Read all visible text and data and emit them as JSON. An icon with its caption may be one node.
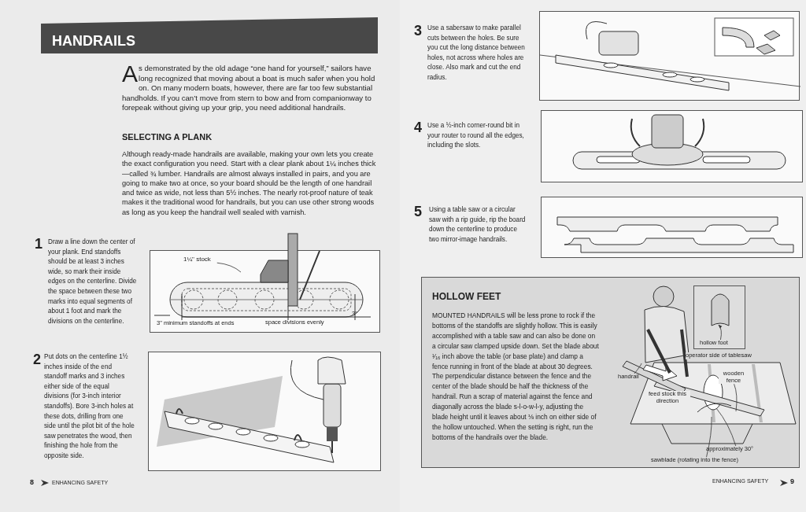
{
  "diagram": {
    "title": "HANDRAILS",
    "nodes": [
      {
        "text": [],
        "shape": "picture"
      },
      {
        "text": [
          "1¼\" stock"
        ],
        "in": 0
      },
      {
        "text": [],
        "shape": "picture"
      },
      {
        "text": [],
        "shape": "picture"
      },
      {
        "text": [],
        "shape": "picture"
      },
      {
        "text": [],
        "shape": "picture"
      },
      {
        "text": [
          "HOLLOW FEET",
          "MOUNTED HANDRAILS will be less prone to rock if the bottoms of the standoffs are slightly hollow. This is easily accomplished with a table saw and can also be done on a circular saw clamped upside down. Set the blade about ¹⁄₁₆ inch above the table (or base plate) and clamp a fence running in front of the blade at about 30 degrees. The perpendicular distance between the fence and the center of the blade should be half the thickness of the handrail. Run a scrap of material against the fence and diagonally across the blade s-l-o-w-l-y, adjusting the blade height until it leaves about ⅛ inch on either side of the hollow untouched. When the setting is right, run the bottoms of the handrails over the blade."
        ]
      },
      {
        "text": [],
        "shape": "picture",
        "in": 6
      },
      {
        "text": [],
        "shape": "picture",
        "in": 7
      },
      {
        "text": [
          "hollow foot"
        ],
        "in": 8
      },
      {
        "text": [
          "handrail"
        ],
        "in": 6
      },
      {
        "text": [
          "wooden fence"
        ],
        "in": 7
      },
      {
        "text": [
          "approximately 30°"
        ],
        "in": 6
      },
      {
        "text": [
          "sawblade (rotating into the fence)"
        ],
        "in": 6
      }
    ],
    "edges": [
      {
        "from": 1,
        "to": null,
        "arrow": "none"
      },
      {
        "from": 9,
        "to": null,
        "arrow": "to"
      },
      {
        "from": 10,
        "to": null,
        "arrow": "none"
      },
      {
        "from": 11,
        "to": null,
        "arrow": "none"
      },
      {
        "from": 12,
        "to": null,
        "arrow": "none"
      },
      {
        "from": 13,
        "to": null,
        "arrow": "none"
      }
    ],
    "labels": [
      "As demonstrated by the old adage “one hand for yourself,” sailors have long recognized that moving about a boat is much safer when you hold on. On many modern boats, however, there are far too few substantial handholds. If you can’t move from stern to bow and from companionway to forepeak without giving up your grip, you need additional handrails.",
      "SELECTING A PLANK",
      "Although ready-made handrails are available, making your own lets you create the exact configuration you need. Start with a clear plank about 1¼ inches thick—called ¾ lumber. Handrails are almost always installed in pairs, and you are going to make two at once, so your board should be the length of one handrail and twice as wide, not less than 5½ inches. The nearly rot-proof nature of teak makes it the traditional wood for handrails, but you can use other strong woods as long as you keep the handrail well sealed with varnish.",
      "1",
      "Draw a line down the center of your plank. End standoffs should be at least 3 inches wide, so mark their inside edges on the centerline. Divide the space between these two marks into equal segments of about 1 foot and mark the divisions on the centerline.",
      "2",
      "Put dots on the centerline 1½ inches inside of the end standoff marks and 3 inches either side of the equal divisions (for 3-inch interior standoffs). Bore 3-inch holes at these dots, drilling from one side until the pilot bit of the hole saw penetrates the wood, then finishing the hole from the opposite side.",
      "3\" minimum standoffs at ends",
      "space divisions evenly",
      "3\"",
      "3",
      "Use a sabersaw to make parallel cuts between the holes. Be sure you cut the long distance between holes, not across where holes are close. Also mark and cut the end radius.",
      "4",
      "Use a ½-inch corner-round bit in your router to round all the edges, including the slots.",
      "5",
      "Using a table saw or a circular saw with a rip guide, rip the board down the centerline to produce two mirror-image handrails.",
      "operator side of tablesaw",
      "feed stock this direction",
      "8",
      "ENHANCING SAFETY",
      "ENHANCING SAFETY",
      "9"
    ]
  }
}
